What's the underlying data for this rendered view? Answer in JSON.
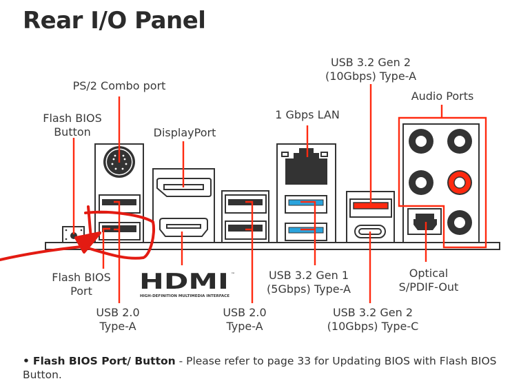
{
  "title": "Rear I/O Panel",
  "labels": {
    "ps2": "PS/2 Combo port",
    "flash_button_1": "Flash BIOS",
    "flash_button_2": "Button",
    "displayport": "DisplayPort",
    "lan": "1 Gbps LAN",
    "usb32g2a_1": "USB 3.2 Gen 2",
    "usb32g2a_2": "(10Gbps) Type-A",
    "audio": "Audio Ports",
    "flash_port_1": "Flash BIOS",
    "flash_port_2": "Port",
    "usb20a_1": "USB 2.0",
    "usb20a_2": "Type-A",
    "usb20b_1": "USB 2.0",
    "usb20b_2": "Type-A",
    "usb32g1_1": "USB 3.2 Gen 1",
    "usb32g1_2": "(5Gbps) Type-A",
    "usb32g2c_1": "USB 3.2 Gen 2",
    "usb32g2c_2": "(10Gbps) Type-C",
    "optical_1": "Optical",
    "optical_2": "S/PDIF-Out"
  },
  "hdmi_logo": {
    "text": "HDMI",
    "tm": "™",
    "subtitle": "HIGH-DEFINITION MULTIMEDIA INTERFACE"
  },
  "note": {
    "bullet": "•",
    "bold": "Flash BIOS Port/ Button",
    "text": " - Please refer to page 33 for Updating BIOS with Flash BIOS Button."
  },
  "colors": {
    "accent": "#ff2a10",
    "usb3_blue": "#2aa3dc",
    "dark": "#333333"
  }
}
